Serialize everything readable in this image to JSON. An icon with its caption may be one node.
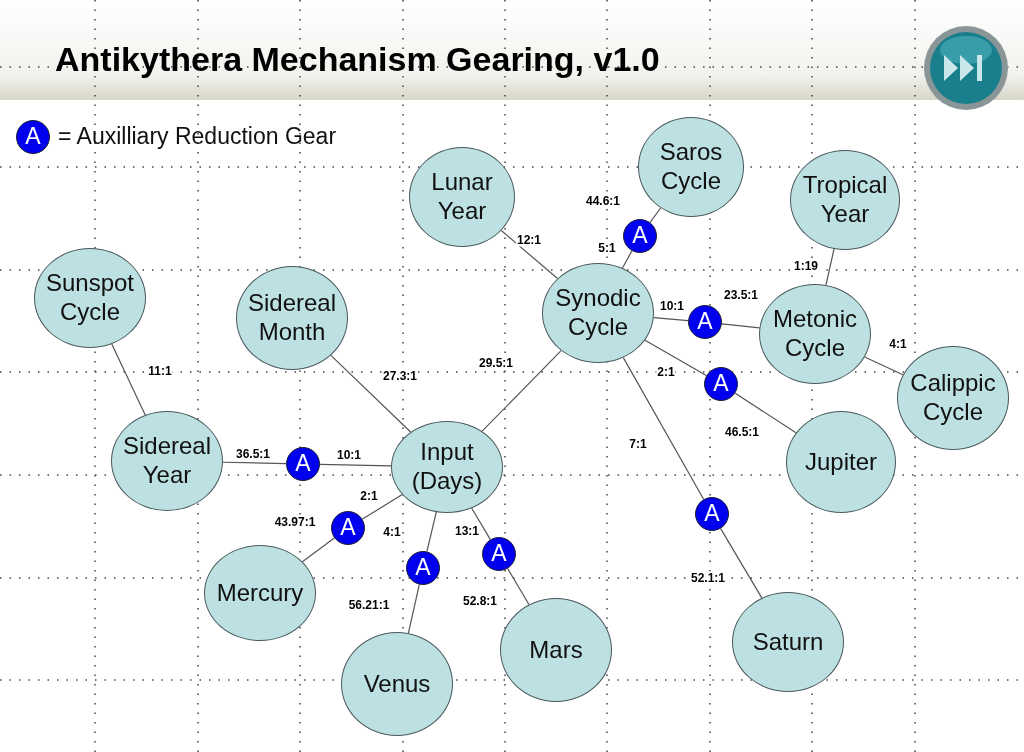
{
  "diagram": {
    "title": "Antikythera Mechanism Gearing, v1.0",
    "nodes": [
      {
        "text": [
          "A"
        ],
        "beside": [
          "= Auxilliary Reduction Gear"
        ]
      },
      {
        "text": [
          "Saros Cycle"
        ]
      },
      {
        "text": [
          "Lunar Year"
        ]
      },
      {
        "text": [
          "Tropical Year"
        ]
      },
      {
        "text": [
          "Sunspot Cycle"
        ]
      },
      {
        "text": [
          "Sidereal Month"
        ]
      },
      {
        "text": [
          "Synodic Cycle"
        ]
      },
      {
        "text": [
          "Metonic Cycle"
        ]
      },
      {
        "text": [
          "Calippic Cycle"
        ]
      },
      {
        "text": [
          "Sidereal Year"
        ]
      },
      {
        "text": [
          "Input (Days)"
        ]
      },
      {
        "text": [
          "Jupiter"
        ]
      },
      {
        "text": [
          "Mercury"
        ]
      },
      {
        "text": [
          "Mars"
        ]
      },
      {
        "text": [
          "Venus"
        ]
      },
      {
        "text": [
          "Saturn"
        ]
      },
      {
        "text": [
          "A"
        ]
      },
      {
        "text": [
          "A"
        ]
      },
      {
        "text": [
          "A"
        ]
      },
      {
        "text": [
          "A"
        ]
      },
      {
        "text": [
          "A"
        ]
      },
      {
        "text": [
          "A"
        ]
      },
      {
        "text": [
          "A"
        ]
      },
      {
        "text": [
          "A"
        ]
      }
    ],
    "edges": [
      {
        "from": 6,
        "to": 2,
        "arrow": "none",
        "label": "12:1"
      },
      {
        "from": 6,
        "to": 16,
        "arrow": "none",
        "label": "5:1"
      },
      {
        "from": 16,
        "to": 1,
        "arrow": "none",
        "label": "44.6:1"
      },
      {
        "from": 6,
        "to": 17,
        "arrow": "none",
        "label": "10:1"
      },
      {
        "from": 17,
        "to": 7,
        "arrow": "none",
        "label": "23.5:1"
      },
      {
        "from": 7,
        "to": 3,
        "arrow": "none",
        "label": "1:19"
      },
      {
        "from": 7,
        "to": 8,
        "arrow": "none",
        "label": "4:1"
      },
      {
        "from": 6,
        "to": 18,
        "arrow": "none",
        "label": "2:1"
      },
      {
        "from": 18,
        "to": 11,
        "arrow": "none",
        "label": "46.5:1"
      },
      {
        "from": 6,
        "to": 21,
        "arrow": "none",
        "label": "7:1"
      },
      {
        "from": 21,
        "to": 15,
        "arrow": "none",
        "label": "52.1:1"
      },
      {
        "from": 10,
        "to": 6,
        "arrow": "none",
        "label": "29.5:1"
      },
      {
        "from": 10,
        "to": 5,
        "arrow": "none",
        "label": "27.3:1"
      },
      {
        "from": 9,
        "to": 4,
        "arrow": "none",
        "label": "11:1"
      },
      {
        "from": 10,
        "to": 19,
        "arrow": "none",
        "label": "10:1"
      },
      {
        "from": 19,
        "to": 9,
        "arrow": "none",
        "label": "36.5:1"
      },
      {
        "from": 10,
        "to": 20,
        "arrow": "none",
        "label": "2:1"
      },
      {
        "from": 20,
        "to": 12,
        "arrow": "none",
        "label": "43.97:1"
      },
      {
        "from": 10,
        "to": 22,
        "arrow": "none",
        "label": "4:1"
      },
      {
        "from": 22,
        "to": 14,
        "arrow": "none",
        "label": "56.21:1"
      },
      {
        "from": 10,
        "to": 23,
        "arrow": "none",
        "label": "13:1"
      },
      {
        "from": 23,
        "to": 13,
        "arrow": "none",
        "label": "52.8:1"
      }
    ]
  }
}
